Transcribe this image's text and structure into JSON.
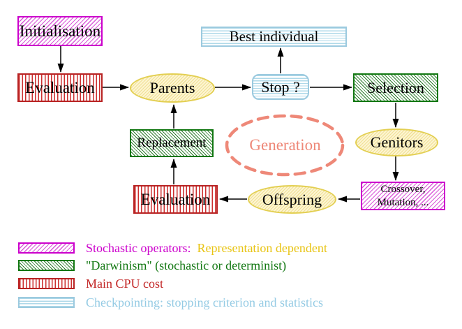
{
  "nodes": {
    "initialisation": {
      "label": "Initialisation"
    },
    "evaluation_top": {
      "label": "Evaluation"
    },
    "parents": {
      "label": "Parents"
    },
    "best_individual": {
      "label": "Best individual"
    },
    "stop": {
      "label": "Stop ?"
    },
    "selection": {
      "label": "Selection"
    },
    "genitors": {
      "label": "Genitors"
    },
    "crossover": {
      "line1": "Crossover,",
      "line2": "Mutation, ..."
    },
    "offspring": {
      "label": "Offspring"
    },
    "evaluation_bottom": {
      "label": "Evaluation"
    },
    "replacement": {
      "label": "Replacement"
    },
    "generation": {
      "label": "Generation"
    }
  },
  "legend": {
    "stochastic": {
      "title": "Stochastic operators:",
      "detail": "Representation dependent"
    },
    "darwinism": {
      "text": "\"Darwinism\" (stochastic or determinist)"
    },
    "cpu": {
      "text": "Main CPU cost"
    },
    "checkpointing": {
      "text": "Checkpointing: stopping criterion and statistics"
    }
  },
  "colors": {
    "magenta": "#cc00cc",
    "gold_text": "#e8c414",
    "green": "#117711",
    "red": "#c22525",
    "cyan_border": "#9ccadf",
    "cyan_text": "#95cbe4",
    "salmon": "#ee8878",
    "yellow_ellipse_border": "#e3cf52",
    "yellow_ellipse_fill": "#fdf5d2"
  }
}
